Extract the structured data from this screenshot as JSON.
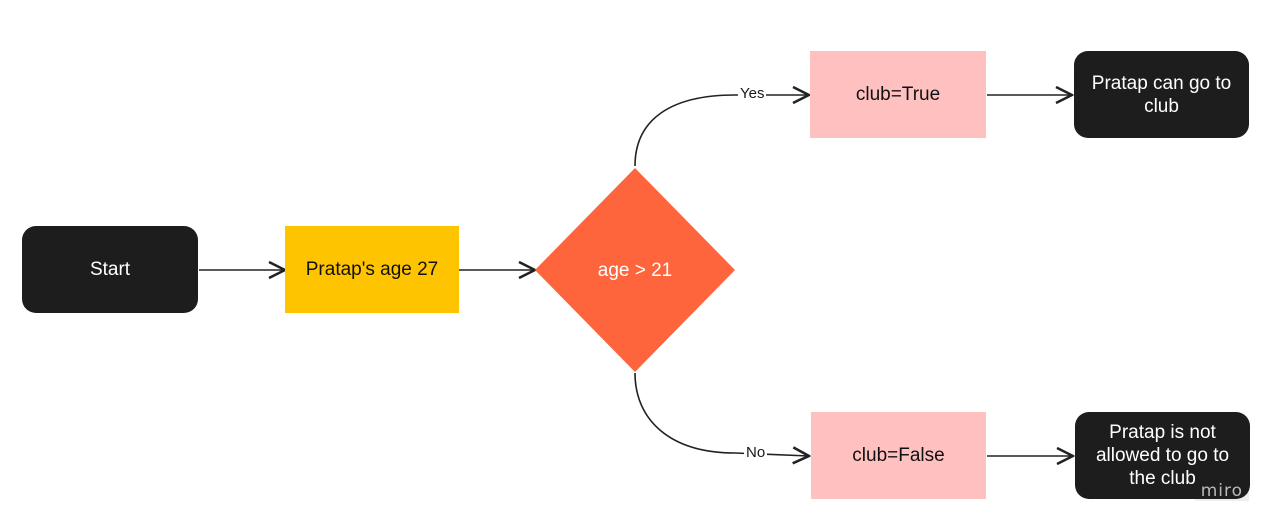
{
  "diagram": {
    "nodes": {
      "start": "Start",
      "age_input": "Pratap's age 27",
      "decision": "age > 21",
      "club_true": "club=True",
      "club_false": "club=False",
      "can_go": "Pratap can go to club",
      "not_allowed": "Pratap is not allowed to go to the club"
    },
    "edge_labels": {
      "yes": "Yes",
      "no": "No"
    },
    "colors": {
      "terminal": "#1d1d1d",
      "process_yellow": "#ffc400",
      "decision": "#ff653d",
      "process_pink": "#ffc0c0",
      "edge": "#222222"
    }
  },
  "watermark": "miro"
}
